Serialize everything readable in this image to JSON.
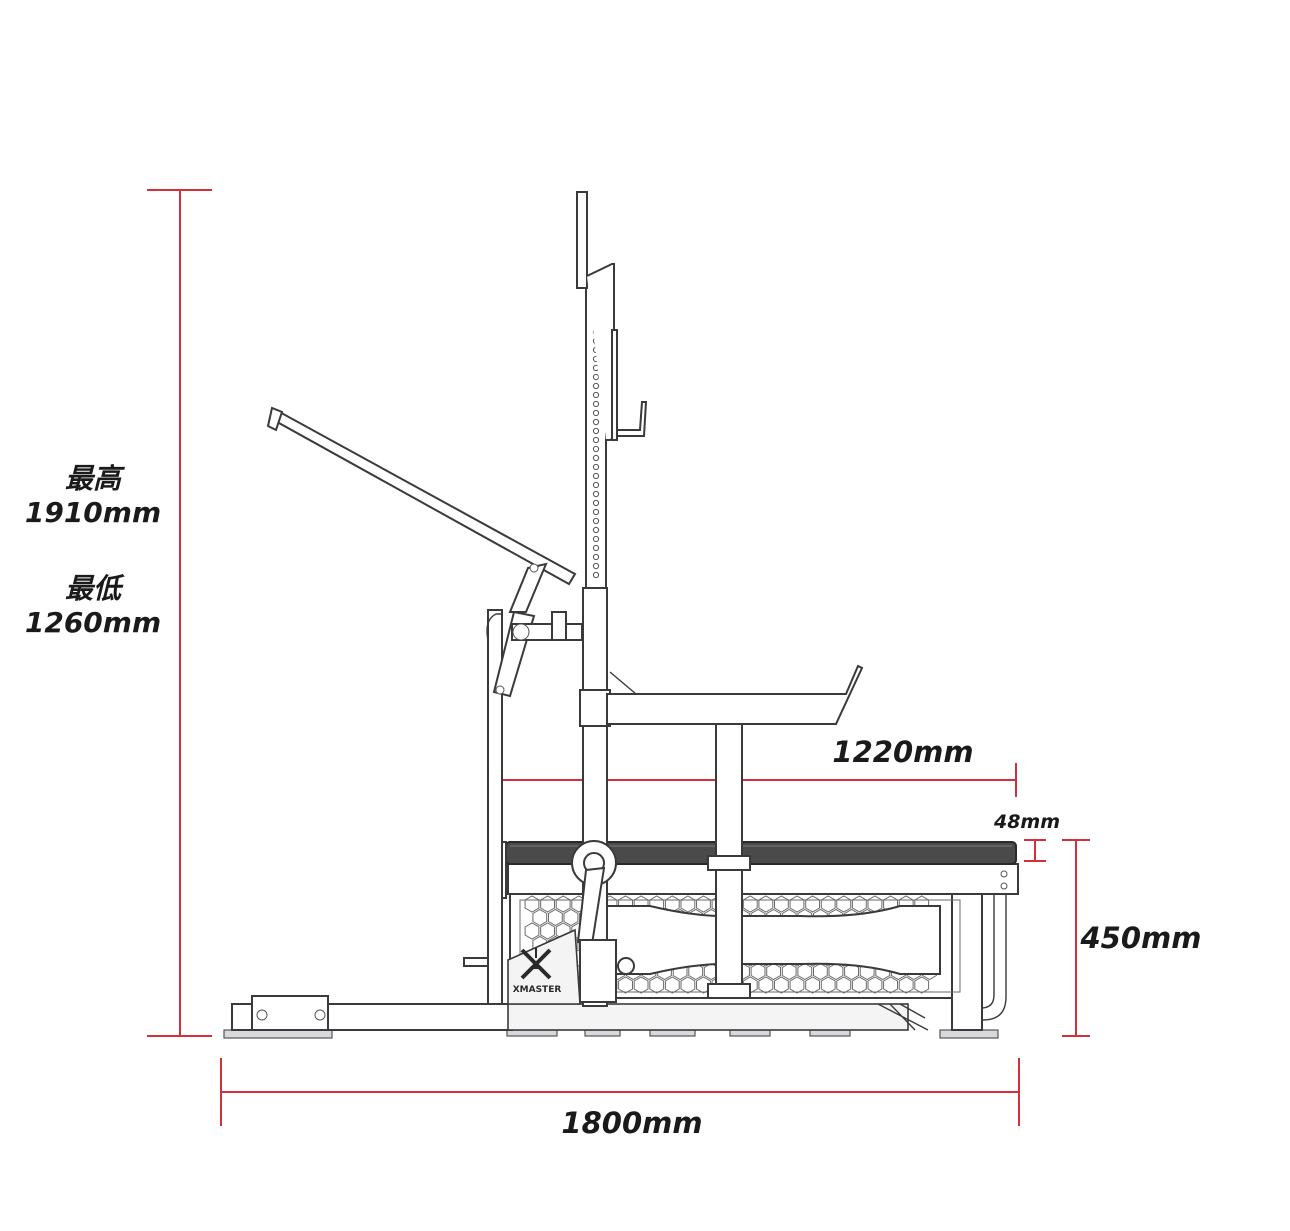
{
  "dimensions": {
    "max_height_label": "最高",
    "max_height_value": "1910mm",
    "min_height_label": "最低",
    "min_height_value": "1260mm",
    "pad_length": "1220mm",
    "pad_thickness": "48mm",
    "bench_height": "450mm",
    "total_length": "1800mm"
  },
  "brand": {
    "logo_text": "XMASTER"
  },
  "colors": {
    "dimension_lines": "#d1323a",
    "text": "#1a1a1a",
    "frame": "#3a3a3a",
    "pad": "#4a4a4a"
  }
}
